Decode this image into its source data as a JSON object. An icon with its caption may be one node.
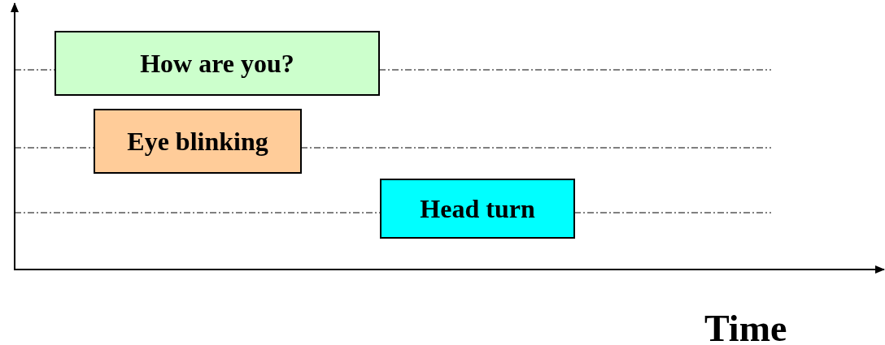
{
  "diagram": {
    "nodes": [
      {
        "text": [
          "How are you?"
        ]
      },
      {
        "text": [
          "Eye blinking"
        ]
      },
      {
        "text": [
          "Head turn"
        ]
      }
    ],
    "labels": [
      "Time"
    ]
  }
}
